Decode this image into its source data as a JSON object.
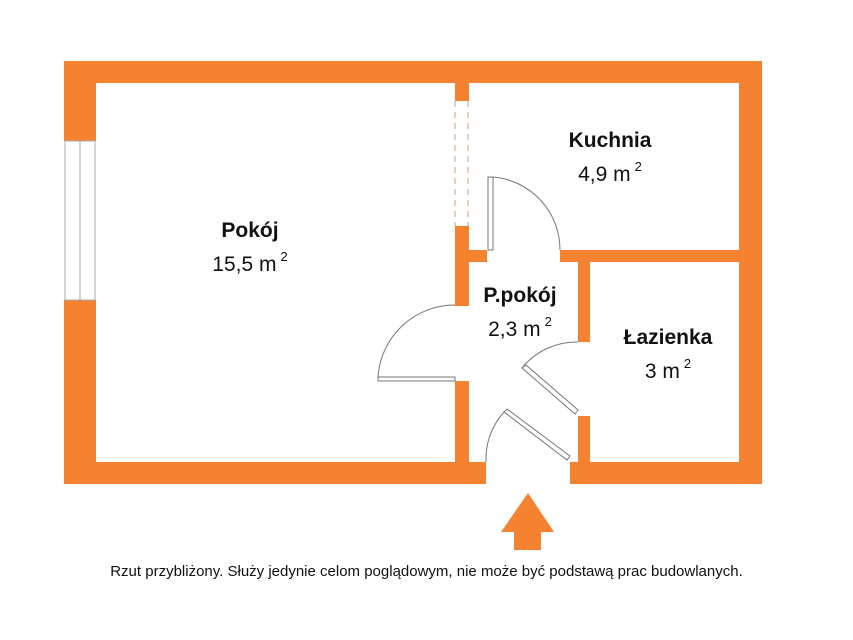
{
  "floorplan": {
    "wall_color": "#F58231",
    "rooms": [
      {
        "name": "Pokój",
        "area": "15,5 m",
        "unit_exp": "2"
      },
      {
        "name": "Kuchnia",
        "area": "4,9 m",
        "unit_exp": "2"
      },
      {
        "name": "P.pokój",
        "area": "2,3 m",
        "unit_exp": "2"
      },
      {
        "name": "Łazienka",
        "area": "3 m",
        "unit_exp": "2"
      }
    ],
    "entrance_arrow": "up-arrow"
  },
  "disclaimer": "Rzut przybliżony. Służy jedynie celom poglądowym, nie może być podstawą prac budowlanych."
}
